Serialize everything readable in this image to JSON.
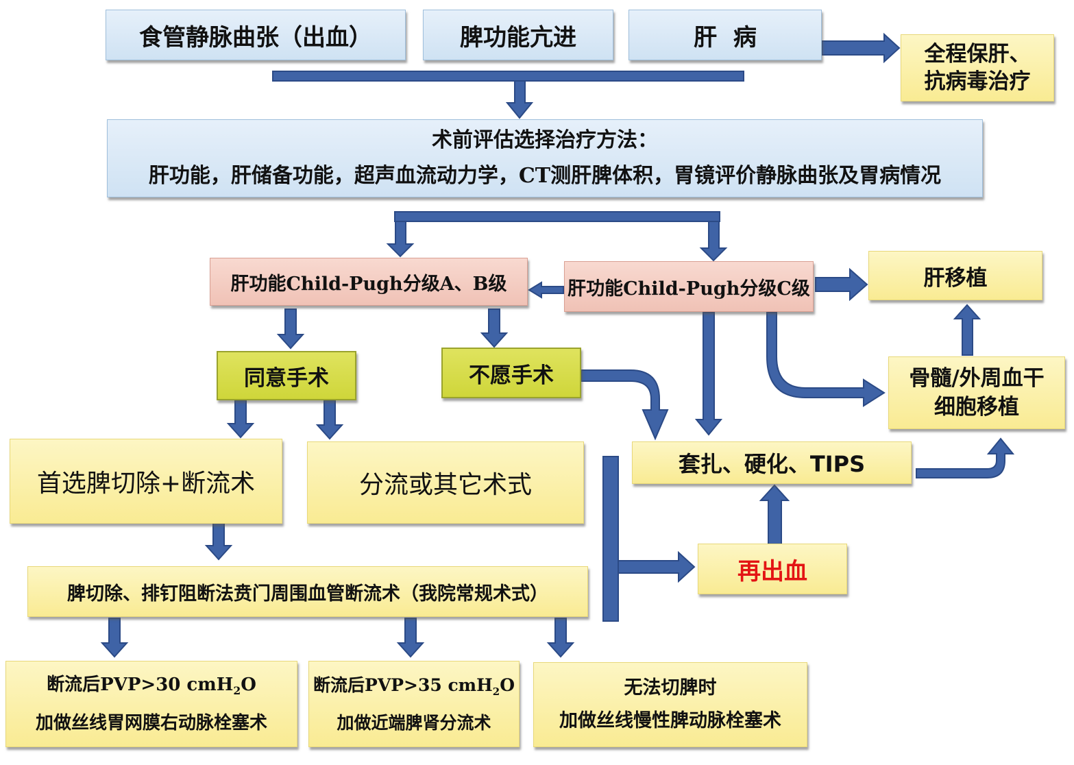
{
  "diagram": {
    "top_row": {
      "varices": "食管静脉曲张（出血）",
      "hypersplenism": "脾功能亢进",
      "liver_disease": "肝  病",
      "liver_protection": [
        "全程保肝、",
        "抗病毒治疗"
      ]
    },
    "assessment": {
      "title": "术前评估选择治疗方法：",
      "items": "肝功能，肝储备功能，超声血流动力学，CT测肝脾体积，胃镜评价静脉曲张及胃病情况"
    },
    "child_pugh_ab": "肝功能Child-Pugh分级A、B级",
    "child_pugh_c": "肝功能Child-Pugh分级C级",
    "liver_transplant": "肝移植",
    "agree_surgery": "同意手术",
    "refuse_surgery": "不愿手术",
    "stem_cell": [
      "骨髓/外周血干",
      "细胞移植"
    ],
    "first_choice": "首选脾切除+断流术",
    "shunt_other": "分流或其它术式",
    "ligation": "套扎、硬化、TIPS",
    "rebleeding": "再出血",
    "standard_procedure": "脾切除、排钉阻断法贲门周围血管断流术（我院常规术式）",
    "outcomes": [
      {
        "line1_prefix": "断流后PVP>30 cmH",
        "line1_sub": "2",
        "line1_suffix": "O",
        "line2": "加做丝线胃网膜右动脉栓塞术"
      },
      {
        "line1_prefix": "断流后PVP>35 cmH",
        "line1_sub": "2",
        "line1_suffix": "O",
        "line2": "加做近端脾肾分流术"
      },
      {
        "line1": "无法切脾时",
        "line2": "加做丝线慢性脾动脉栓塞术"
      }
    ],
    "colors": {
      "arrow": "#3f63a6",
      "arrow_dark": "#2b4a86",
      "rebleed_text": "#e31414"
    }
  }
}
